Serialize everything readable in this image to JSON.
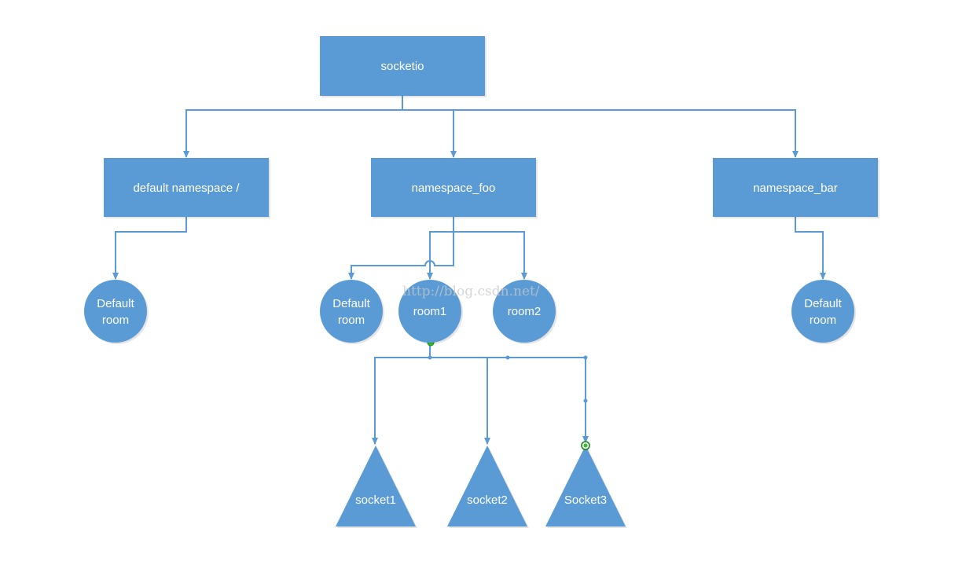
{
  "nodes": {
    "root": "socketio",
    "ns_default": "default namespace /",
    "ns_foo": "namespace_foo",
    "ns_bar": "namespace_bar",
    "room_default_left": [
      "Default",
      "room"
    ],
    "room_default_foo": [
      "Default",
      "room"
    ],
    "room1": "room1",
    "room2": "room2",
    "room_default_bar": [
      "Default",
      "room"
    ],
    "socket1": "socket1",
    "socket2": "socket2",
    "socket3": "Socket3"
  },
  "watermark": "http://blog.csdn.net/",
  "colors": {
    "shape_fill": "#5b9bd5",
    "connector": "#5b9bd5",
    "text": "#ffffff",
    "selection_handle": "#2ec02e"
  }
}
